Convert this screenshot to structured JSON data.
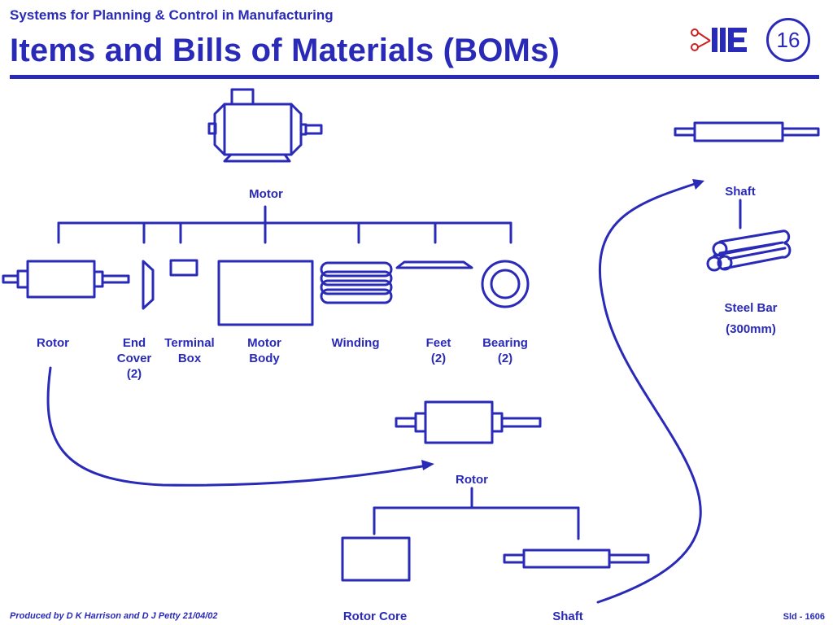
{
  "header": {
    "subtitle": "Systems for Planning & Control in Manufacturing",
    "title": "Items and Bills of Materials (BOMs)",
    "slide_number": "16",
    "logo_text": "IIE"
  },
  "diagram": {
    "motor_label": "Motor",
    "motor_components": [
      {
        "label": "Rotor"
      },
      {
        "label": "End\nCover\n(2)"
      },
      {
        "label": "Terminal\nBox"
      },
      {
        "label": "Motor\nBody"
      },
      {
        "label": "Winding"
      },
      {
        "label": "Feet\n(2)"
      },
      {
        "label": "Bearing\n(2)"
      }
    ],
    "rotor_label": "Rotor",
    "rotor_components": [
      {
        "label": "Rotor Core"
      },
      {
        "label": "Shaft"
      }
    ],
    "shaft_label": "Shaft",
    "steel_bar_label": "Steel Bar",
    "steel_bar_size": "(300mm)"
  },
  "footer": {
    "credit": "Produced by D K Harrison and D J Petty 21/04/02",
    "slide_code": "Sld - 1606"
  },
  "colors": {
    "primary": "#2a2ab8",
    "background": "#ffffff"
  }
}
